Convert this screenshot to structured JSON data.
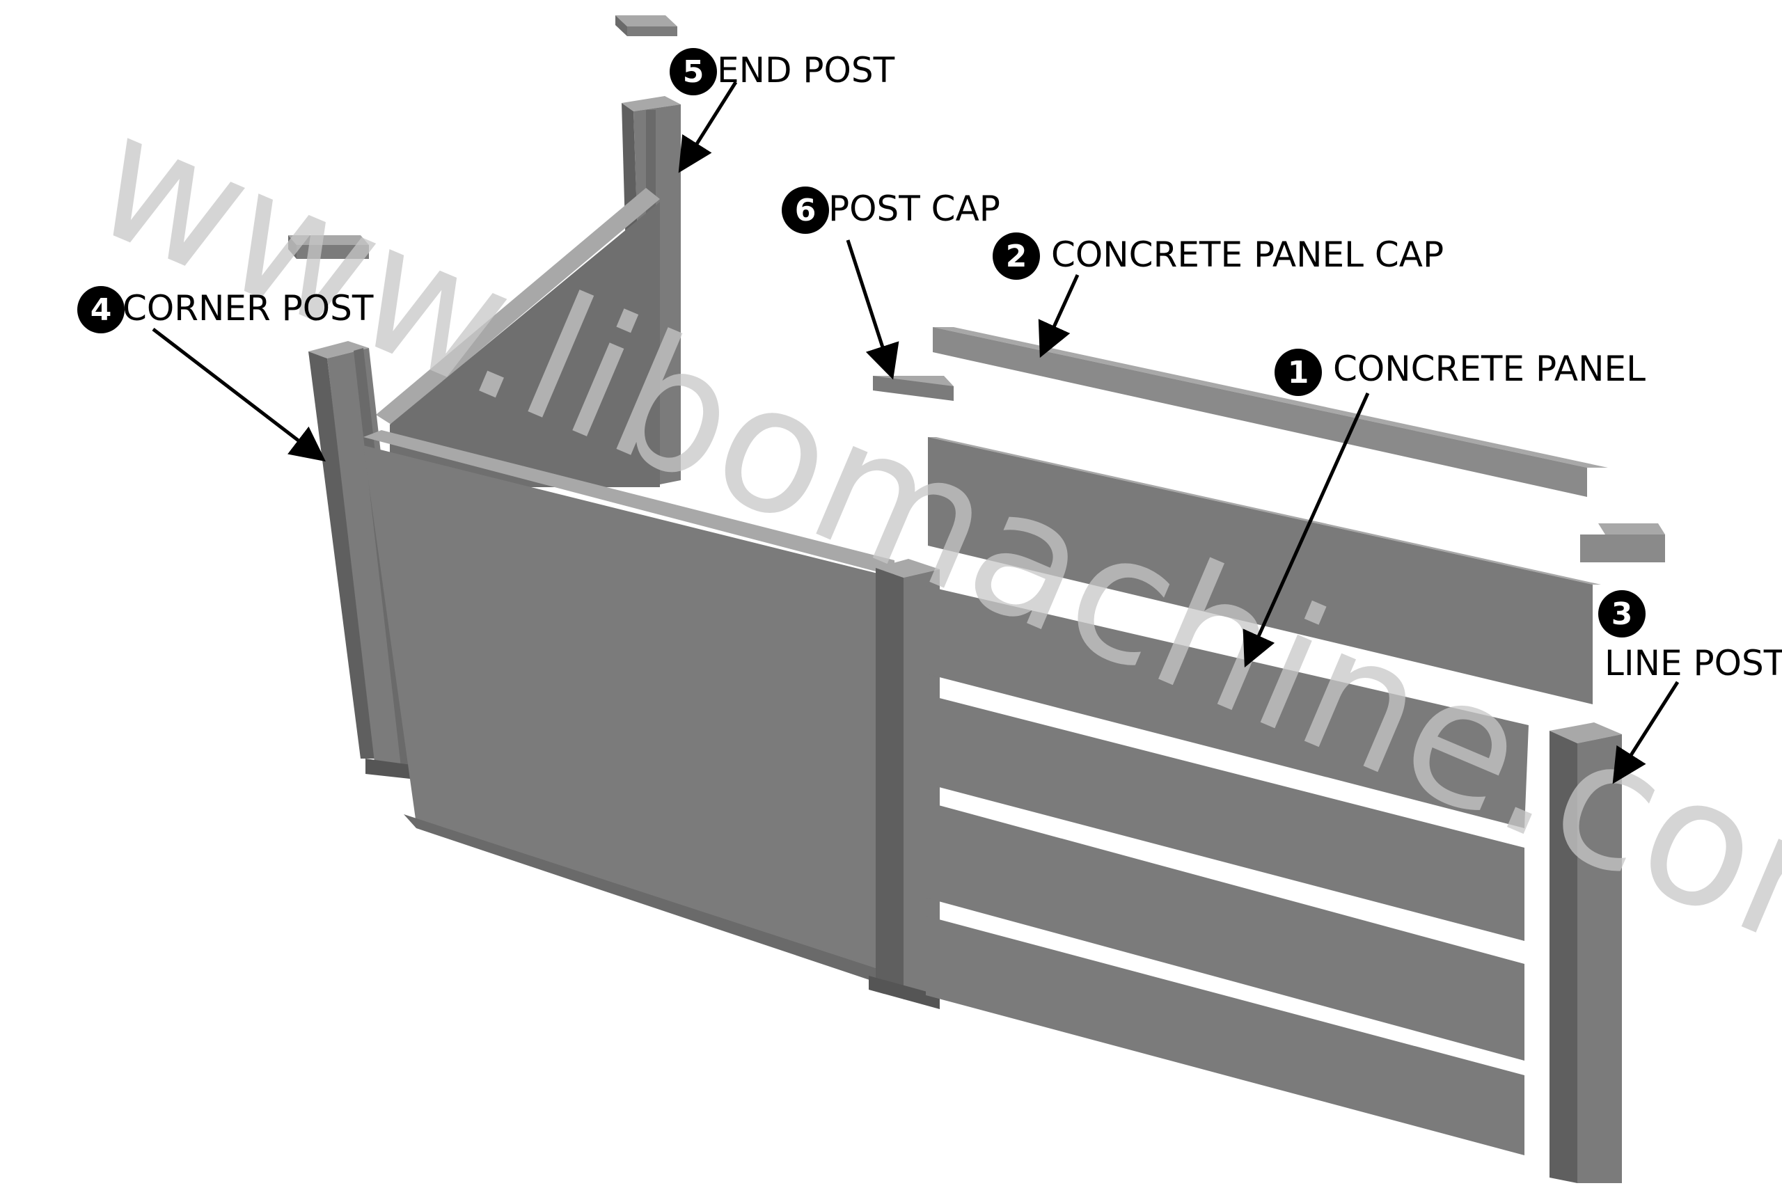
{
  "colors": {
    "background": "#ffffff",
    "part_front": "#7b7b7b",
    "part_side": "#5f5f5f",
    "part_top": "#a8a8a8",
    "label": "#000000",
    "badge": "#000000",
    "watermark": "#c7c7c7"
  },
  "watermark": "www.libomachine.com",
  "callouts": [
    {
      "id": "concrete-panel",
      "number": "1",
      "label": "CONCRETE PANEL"
    },
    {
      "id": "concrete-panel-cap",
      "number": "2",
      "label": "CONCRETE PANEL CAP"
    },
    {
      "id": "line-post",
      "number": "3",
      "label": "LINE POST"
    },
    {
      "id": "corner-post",
      "number": "4",
      "label": "CORNER POST"
    },
    {
      "id": "end-post",
      "number": "5",
      "label": "END POST"
    },
    {
      "id": "post-cap",
      "number": "6",
      "label": "POST CAP"
    }
  ]
}
